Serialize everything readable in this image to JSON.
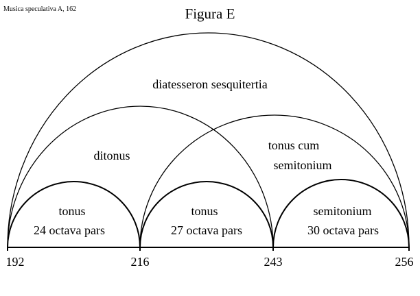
{
  "source_label": "Musica speculativa A, 162",
  "title": "Figura E",
  "arcs": {
    "outer": "diatesseron sesquitertia",
    "left_large": "ditonus",
    "right_large_line1": "tonus cum",
    "right_large_line2": "semitonium",
    "small1_line1": "tonus",
    "small1_line2": "24 octava pars",
    "small2_line1": "tonus",
    "small2_line2": "27 octava pars",
    "small3_line1": "semitonium",
    "small3_line2": "30 octava pars"
  },
  "axis_values": [
    "192",
    "216",
    "243",
    "256"
  ]
}
